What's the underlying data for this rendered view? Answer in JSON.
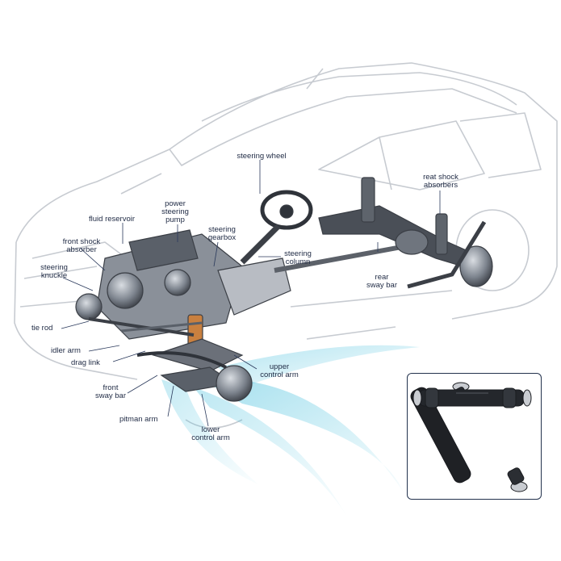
{
  "diagram": {
    "labels": {
      "steering_wheel": "steering wheel",
      "rear_shock_absorbers": "reat shock\nabsorbers",
      "power_steering_pump": "power\nsteering\npump",
      "fluid_reservoir": "fluid reservoir",
      "steering_gearbox": "steering\ngearbox",
      "front_shock_absorber": "front shock\nabsorber",
      "steering_column": "steering\ncolumn",
      "steering_knuckle": "steering\nknuckle",
      "rear_sway_bar": "rear\nsway bar",
      "tie_rod": "tie rod",
      "idler_arm": "idler arm",
      "drag_link": "drag link",
      "upper_control_arm": "upper\ncontrol arm",
      "front_sway_bar": "front\nsway bar",
      "pitman_arm": "pitman arm",
      "lower_control_arm": "lower\ncontrol arm"
    },
    "colors": {
      "label_text": "#1f2a44",
      "leader_line": "#2b3a5c",
      "car_outline": "#c7cbd1",
      "chassis_dark": "#3b3f46",
      "chassis_metal": "#8a9099",
      "highlight_cyan": "#23b3d6",
      "inset_border": "#23324d"
    }
  }
}
